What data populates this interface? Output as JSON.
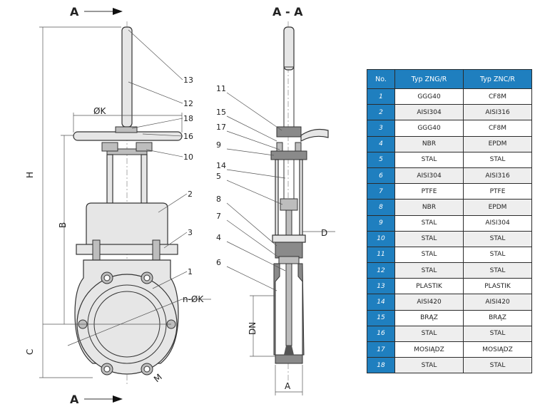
{
  "drawing": {
    "section_arrow_label": "A",
    "section_title": "A - A",
    "dims": {
      "h": "H",
      "b": "B",
      "c": "C",
      "dn": "DN",
      "k": "ØK",
      "d": "D",
      "a": "A",
      "holes": "n-ØK",
      "m": "M"
    },
    "left_leaders": [
      "13",
      "12",
      "18",
      "16",
      "10",
      "2",
      "3",
      "1"
    ],
    "right_leaders": [
      "11",
      "15",
      "17",
      "9",
      "14",
      "5",
      "8",
      "7",
      "4",
      "6"
    ]
  },
  "table": {
    "headers": [
      "No.",
      "Typ ZNG/R",
      "Typ ZNC/R"
    ],
    "rows": [
      [
        "1",
        "GGG40",
        "CF8M"
      ],
      [
        "2",
        "AISI304",
        "AISI316"
      ],
      [
        "3",
        "GGG40",
        "CF8M"
      ],
      [
        "4",
        "NBR",
        "EPDM"
      ],
      [
        "5",
        "STAL",
        "STAL"
      ],
      [
        "6",
        "AISI304",
        "AISI316"
      ],
      [
        "7",
        "PTFE",
        "PTFE"
      ],
      [
        "8",
        "NBR",
        "EPDM"
      ],
      [
        "9",
        "STAL",
        "AISI304"
      ],
      [
        "10",
        "STAL",
        "STAL"
      ],
      [
        "11",
        "STAL",
        "STAL"
      ],
      [
        "12",
        "STAL",
        "STAL"
      ],
      [
        "13",
        "PLASTIK",
        "PLASTIK"
      ],
      [
        "14",
        "AISI420",
        "AISI420"
      ],
      [
        "15",
        "BRĄZ",
        "BRĄZ"
      ],
      [
        "16",
        "STAL",
        "STAL"
      ],
      [
        "17",
        "MOSIĄDZ",
        "MOSIĄDZ"
      ],
      [
        "18",
        "STAL",
        "STAL"
      ]
    ]
  }
}
